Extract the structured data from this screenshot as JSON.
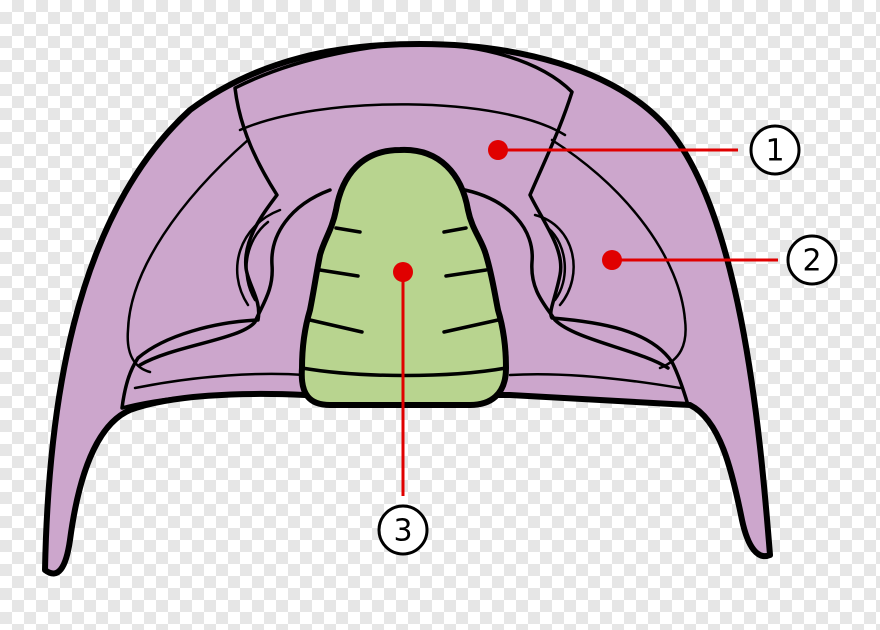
{
  "colors": {
    "glabella": "#b8d48f",
    "fixigena": "#8ed2f0",
    "librigena": "#cca6cc",
    "leader": "#e00000"
  },
  "labels": [
    {
      "id": "label-1",
      "text": "1"
    },
    {
      "id": "label-2",
      "text": "2"
    },
    {
      "id": "label-3",
      "text": "3"
    }
  ]
}
